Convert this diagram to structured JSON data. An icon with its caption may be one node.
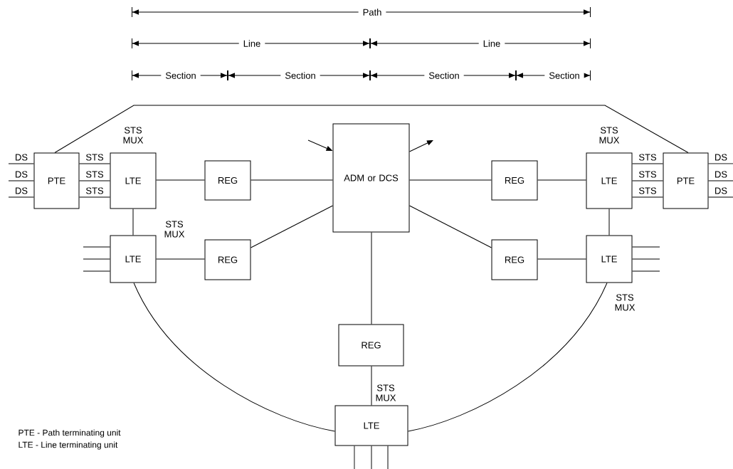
{
  "diagram": {
    "nodes": [
      {
        "text": [
          "PTE"
        ]
      },
      {
        "text": [
          "LTE"
        ],
        "beside": [
          "STS MUX"
        ]
      },
      {
        "text": [
          "REG"
        ]
      },
      {
        "text": [
          "ADM or DCS"
        ]
      },
      {
        "text": [
          "REG"
        ]
      },
      {
        "text": [
          "LTE"
        ],
        "beside": [
          "STS MUX"
        ]
      },
      {
        "text": [
          "PTE"
        ]
      },
      {
        "text": [
          "LTE"
        ],
        "beside": [
          "STS MUX"
        ]
      },
      {
        "text": [
          "REG"
        ]
      },
      {
        "text": [
          "REG"
        ]
      },
      {
        "text": [
          "LTE"
        ],
        "beside": [
          "STS MUX"
        ]
      },
      {
        "text": [
          "REG"
        ]
      },
      {
        "text": [
          "LTE"
        ],
        "beside": [
          "STS MUX"
        ]
      }
    ],
    "edges": [
      {
        "from": null,
        "to": 0,
        "arrow": "none",
        "label": "DS"
      },
      {
        "from": null,
        "to": 0,
        "arrow": "none",
        "label": "DS"
      },
      {
        "from": null,
        "to": 0,
        "arrow": "none",
        "label": "DS"
      },
      {
        "from": 0,
        "to": 1,
        "arrow": "none",
        "label": "STS"
      },
      {
        "from": 0,
        "to": 1,
        "arrow": "none",
        "label": "STS"
      },
      {
        "from": 0,
        "to": 1,
        "arrow": "none",
        "label": "STS"
      },
      {
        "from": 1,
        "to": 2,
        "arrow": "none"
      },
      {
        "from": 2,
        "to": 3,
        "arrow": "none"
      },
      {
        "from": 3,
        "to": 4,
        "arrow": "none"
      },
      {
        "from": 4,
        "to": 5,
        "arrow": "none"
      },
      {
        "from": 5,
        "to": 6,
        "arrow": "none",
        "label": "STS"
      },
      {
        "from": 5,
        "to": 6,
        "arrow": "none",
        "label": "STS"
      },
      {
        "from": 5,
        "to": 6,
        "arrow": "none",
        "label": "STS"
      },
      {
        "from": 6,
        "to": null,
        "arrow": "none",
        "label": "DS"
      },
      {
        "from": 6,
        "to": null,
        "arrow": "none",
        "label": "DS"
      },
      {
        "from": 6,
        "to": null,
        "arrow": "none",
        "label": "DS"
      },
      {
        "from": 1,
        "to": 7,
        "arrow": "none"
      },
      {
        "from": 5,
        "to": 10,
        "arrow": "none"
      },
      {
        "from": null,
        "to": 7,
        "arrow": "none"
      },
      {
        "from": null,
        "to": 7,
        "arrow": "none"
      },
      {
        "from": null,
        "to": 7,
        "arrow": "none"
      },
      {
        "from": 7,
        "to": 8,
        "arrow": "none"
      },
      {
        "from": 8,
        "to": 3,
        "arrow": "none"
      },
      {
        "from": 3,
        "to": 9,
        "arrow": "none"
      },
      {
        "from": 9,
        "to": 10,
        "arrow": "none"
      },
      {
        "from": 10,
        "to": null,
        "arrow": "none"
      },
      {
        "from": 10,
        "to": null,
        "arrow": "none"
      },
      {
        "from": 10,
        "to": null,
        "arrow": "none"
      },
      {
        "from": 3,
        "to": 11,
        "arrow": "none"
      },
      {
        "from": 11,
        "to": 12,
        "arrow": "none"
      },
      {
        "from": 7,
        "to": 12,
        "arrow": "none"
      },
      {
        "from": 10,
        "to": 12,
        "arrow": "none"
      },
      {
        "from": 12,
        "to": null,
        "arrow": "none"
      },
      {
        "from": 12,
        "to": null,
        "arrow": "none"
      },
      {
        "from": 12,
        "to": null,
        "arrow": "none"
      },
      {
        "from": 0,
        "to": 6,
        "arrow": "none"
      },
      {
        "from": null,
        "to": 3,
        "arrow": "to"
      },
      {
        "from": 3,
        "to": null,
        "arrow": "to"
      }
    ],
    "labels": [
      "Path",
      "Line",
      "Line",
      "Section",
      "Section",
      "Section",
      "Section",
      "PTE - Path terminating unit",
      "LTE - Line terminating unit"
    ]
  }
}
